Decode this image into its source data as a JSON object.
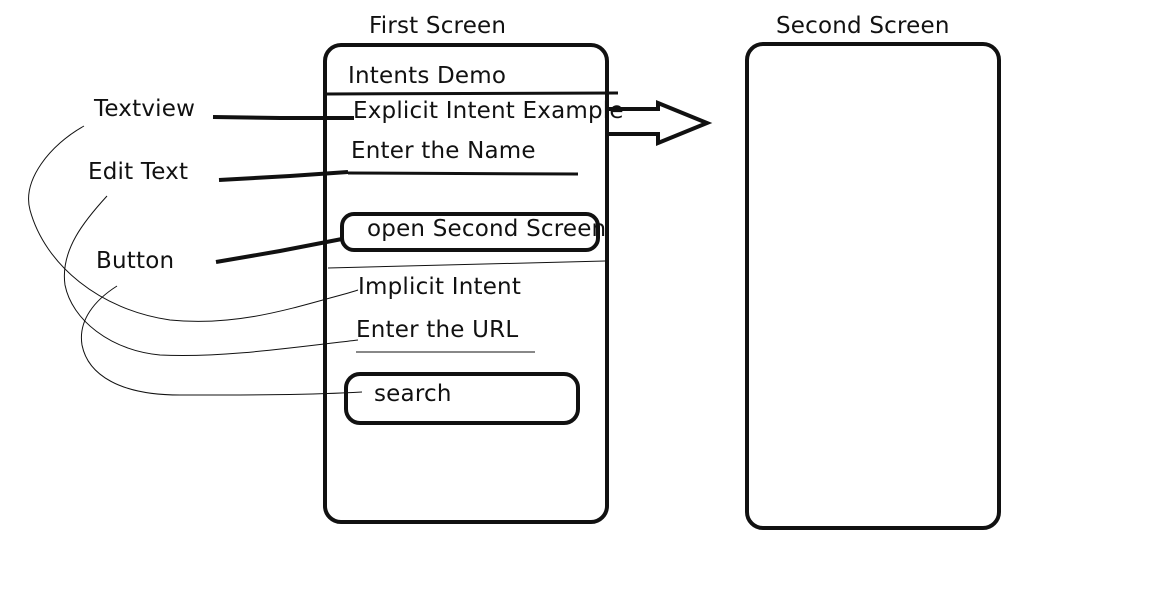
{
  "screens": {
    "first": {
      "caption": "First Screen",
      "app_title": "Intents Demo",
      "explicit_heading": "Explicit Intent Example",
      "name_field_text": "Enter the Name",
      "open_button_label": "open Second Screen",
      "implicit_heading": "Implicit Intent",
      "url_field_text": "Enter the URL",
      "search_button_label": "search"
    },
    "second": {
      "caption": "Second Screen"
    }
  },
  "annotations": {
    "textview": "Textview",
    "edit_text": "Edit Text",
    "button": "Button"
  },
  "colors": {
    "ink": "#111111",
    "background": "#ffffff"
  }
}
